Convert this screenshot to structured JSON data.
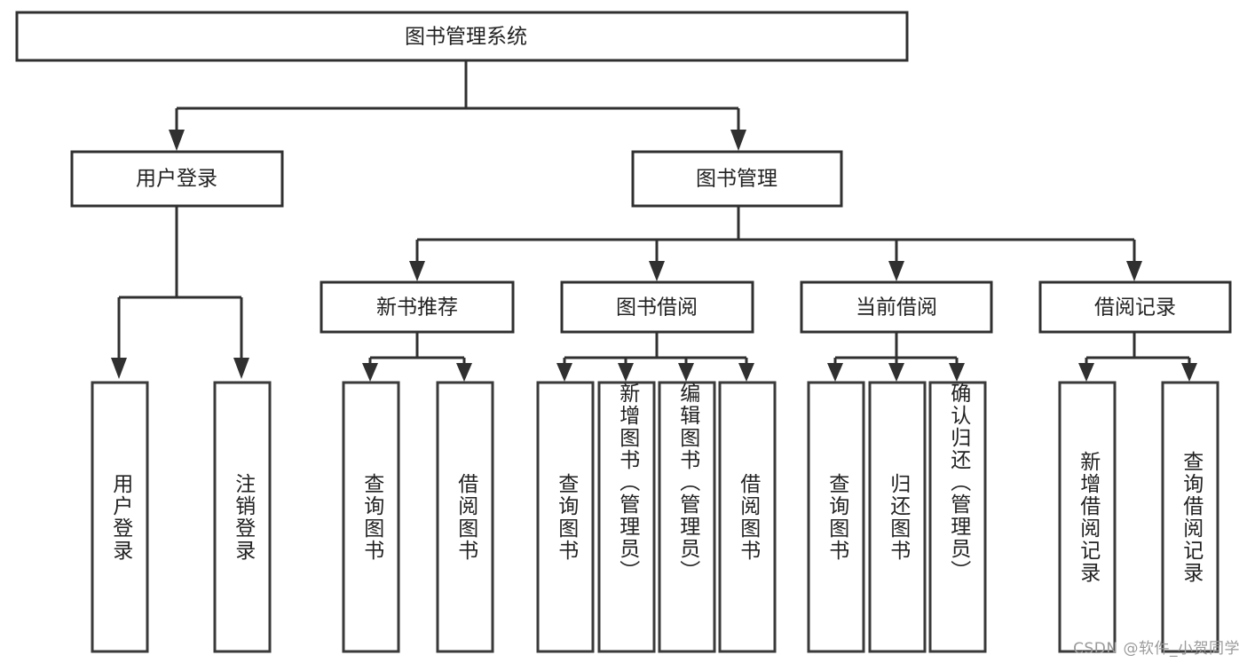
{
  "diagram": {
    "type": "tree",
    "title": "图书管理系统",
    "watermark": "CSDN @软件_小贺同学",
    "colors": {
      "box_stroke": "#303030",
      "box_fill": "#ffffff",
      "connector": "#303030",
      "text": "#222222",
      "watermark": "#9a9a9a",
      "background": "#ffffff"
    },
    "nodes": {
      "root": {
        "label": "图书管理系统"
      },
      "level2": [
        {
          "id": "user-login",
          "label": "用户登录"
        },
        {
          "id": "book-management",
          "label": "图书管理"
        }
      ],
      "level3": [
        {
          "id": "new-book-recommend",
          "label": "新书推荐"
        },
        {
          "id": "book-borrow",
          "label": "图书借阅"
        },
        {
          "id": "current-borrow",
          "label": "当前借阅"
        },
        {
          "id": "borrow-record",
          "label": "借阅记录"
        }
      ],
      "leaves": {
        "user-login": [
          {
            "id": "leaf-user-login",
            "label": "用户登录"
          },
          {
            "id": "leaf-logout-login",
            "label": "注销登录"
          }
        ],
        "new-book-recommend": [
          {
            "id": "leaf-query-book-1",
            "label": "查询图书"
          },
          {
            "id": "leaf-borrow-book-1",
            "label": "借阅图书"
          }
        ],
        "book-borrow": [
          {
            "id": "leaf-query-book-2",
            "label": "查询图书"
          },
          {
            "id": "leaf-add-book-admin",
            "label": "新增图书（管理员）"
          },
          {
            "id": "leaf-edit-book-admin",
            "label": "编辑图书（管理员）"
          },
          {
            "id": "leaf-borrow-book-2",
            "label": "借阅图书"
          }
        ],
        "current-borrow": [
          {
            "id": "leaf-query-book-3",
            "label": "查询图书"
          },
          {
            "id": "leaf-return-book",
            "label": "归还图书"
          },
          {
            "id": "leaf-confirm-return-admin",
            "label": "确认归还（管理员）"
          }
        ],
        "borrow-record": [
          {
            "id": "leaf-add-borrow-record",
            "label": "新增借阅记录"
          },
          {
            "id": "leaf-query-borrow-record",
            "label": "查询借阅记录"
          }
        ]
      }
    }
  }
}
